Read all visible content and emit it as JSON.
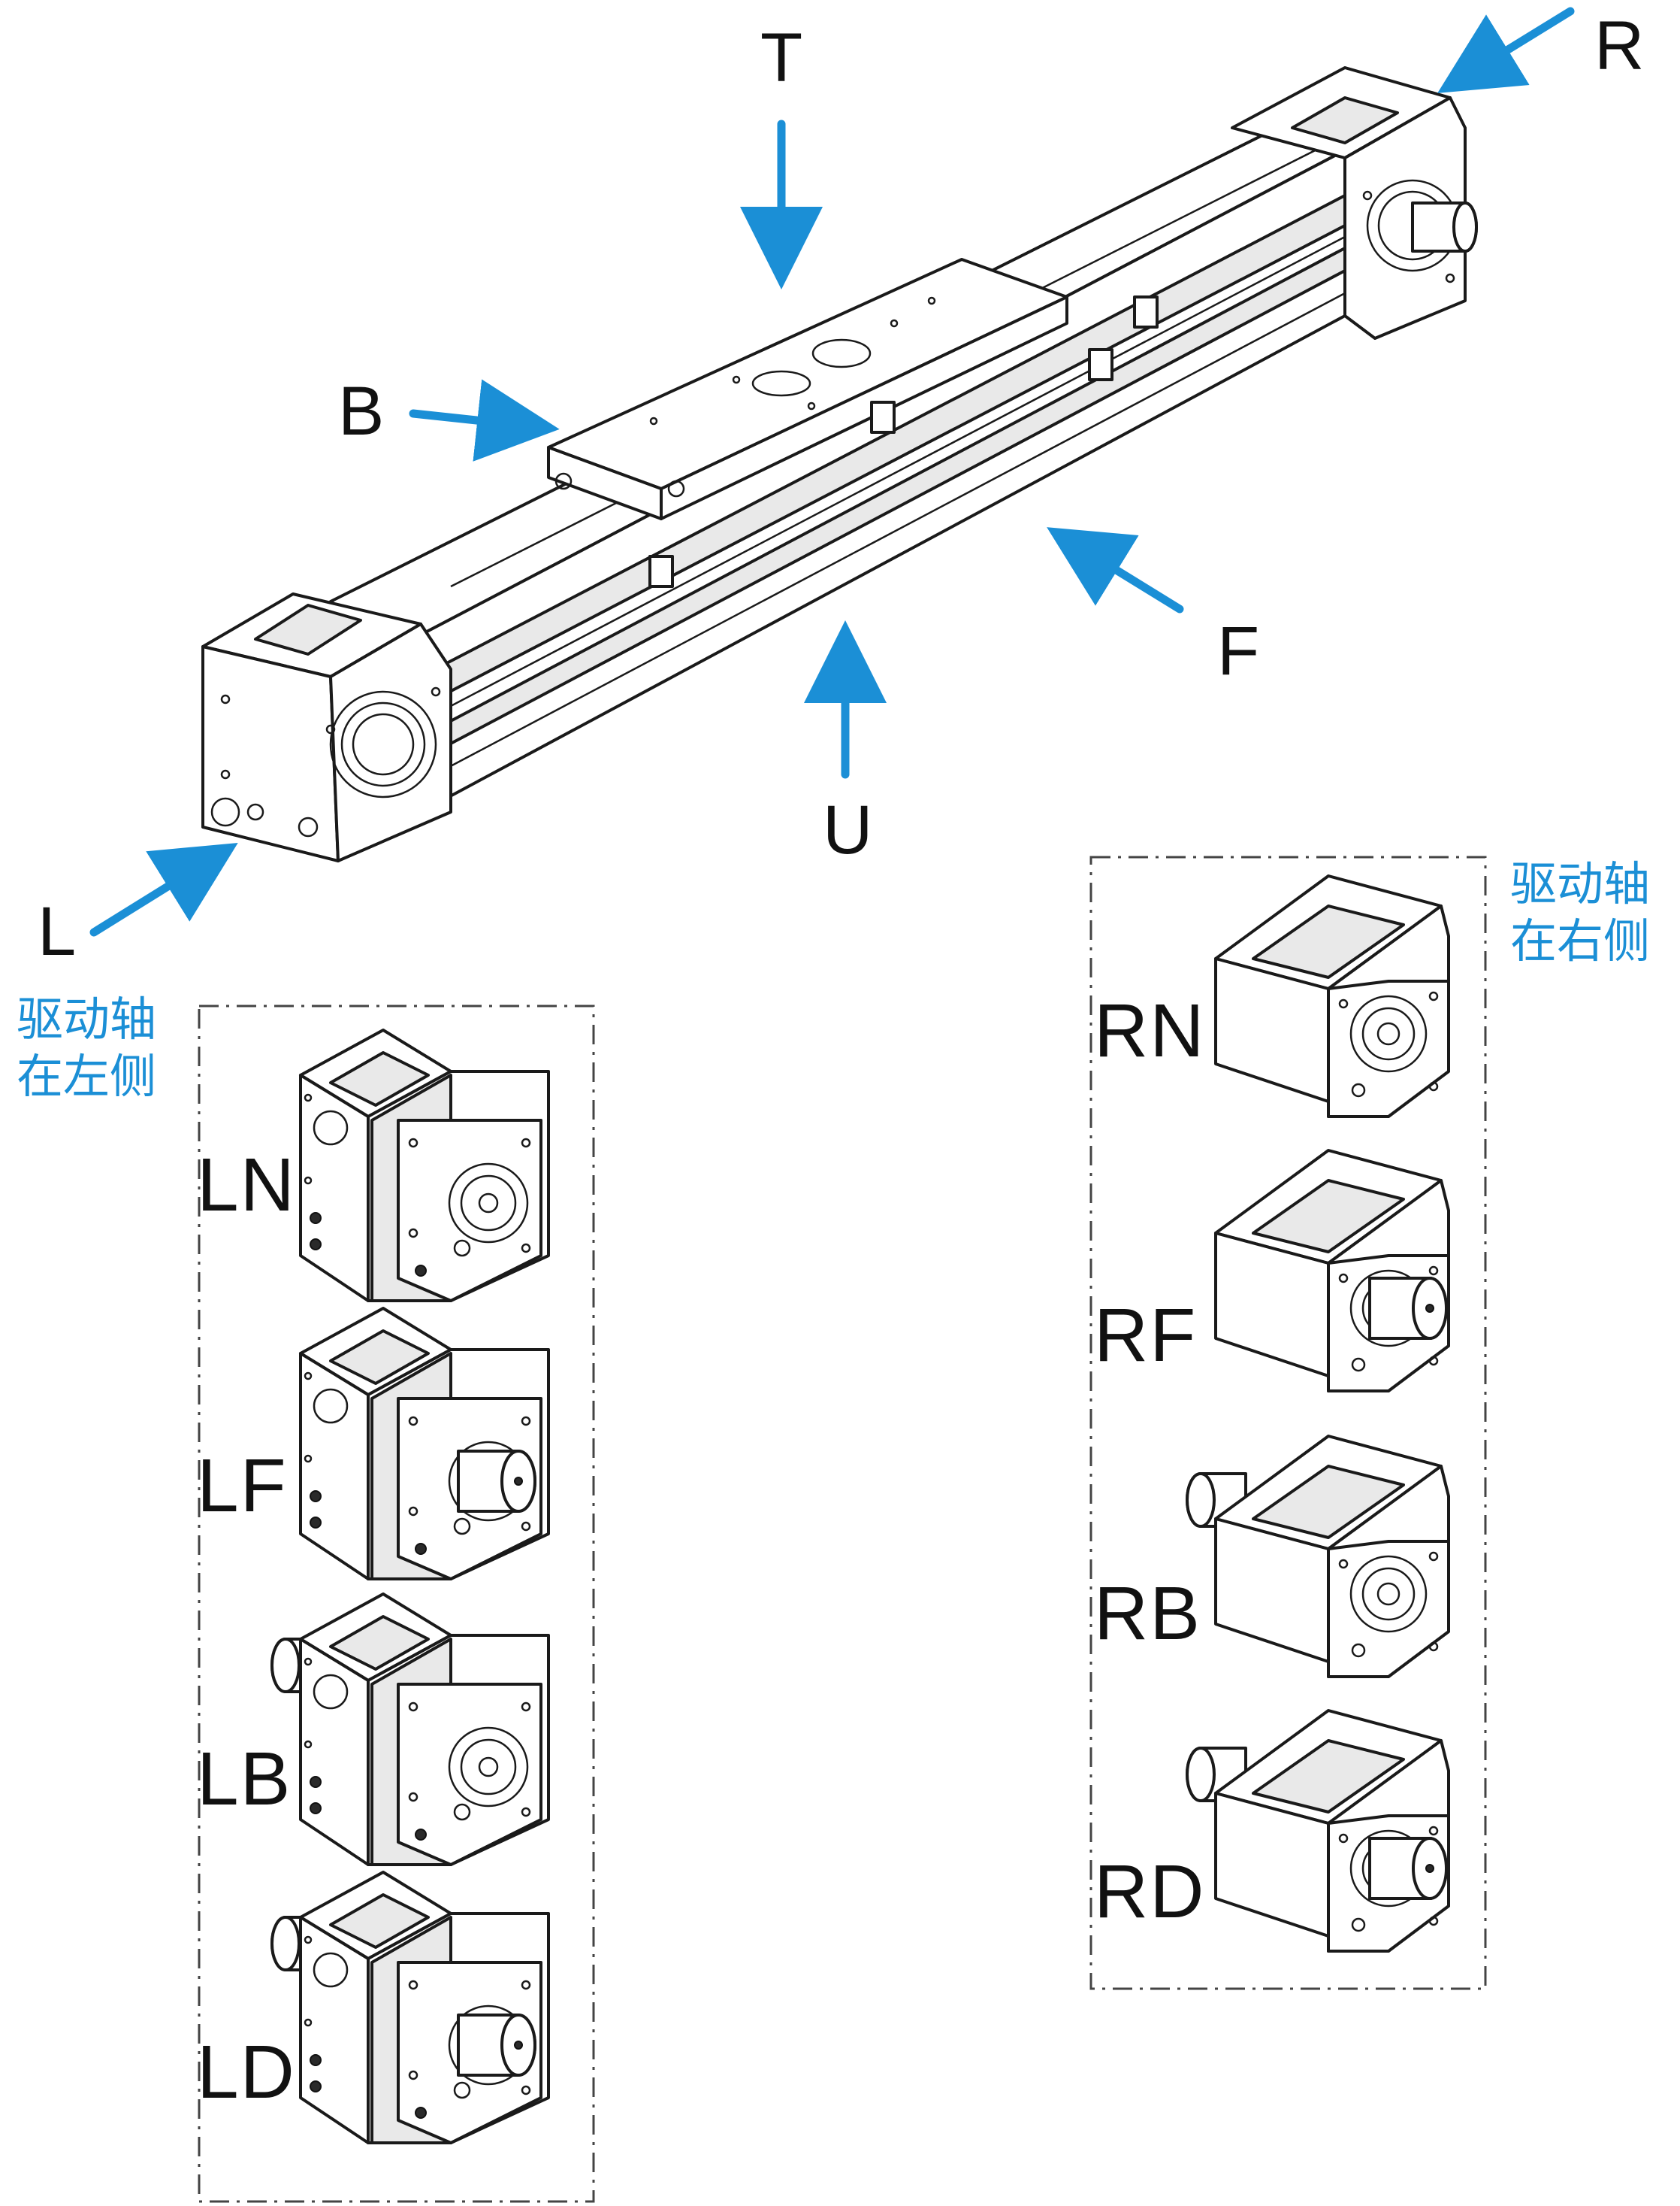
{
  "directions": {
    "top": "T",
    "right": "R",
    "back": "B",
    "front": "F",
    "under": "U",
    "left": "L"
  },
  "notes": {
    "left_drive": [
      "驱动轴",
      "在左侧"
    ],
    "right_drive": [
      "驱动轴",
      "在右侧"
    ]
  },
  "left_options": [
    "LN",
    "LF",
    "LB",
    "LD"
  ],
  "right_options": [
    "RN",
    "RF",
    "RB",
    "RD"
  ],
  "colors": {
    "accent": "#1b8fd6",
    "line": "#1a1a1a"
  }
}
